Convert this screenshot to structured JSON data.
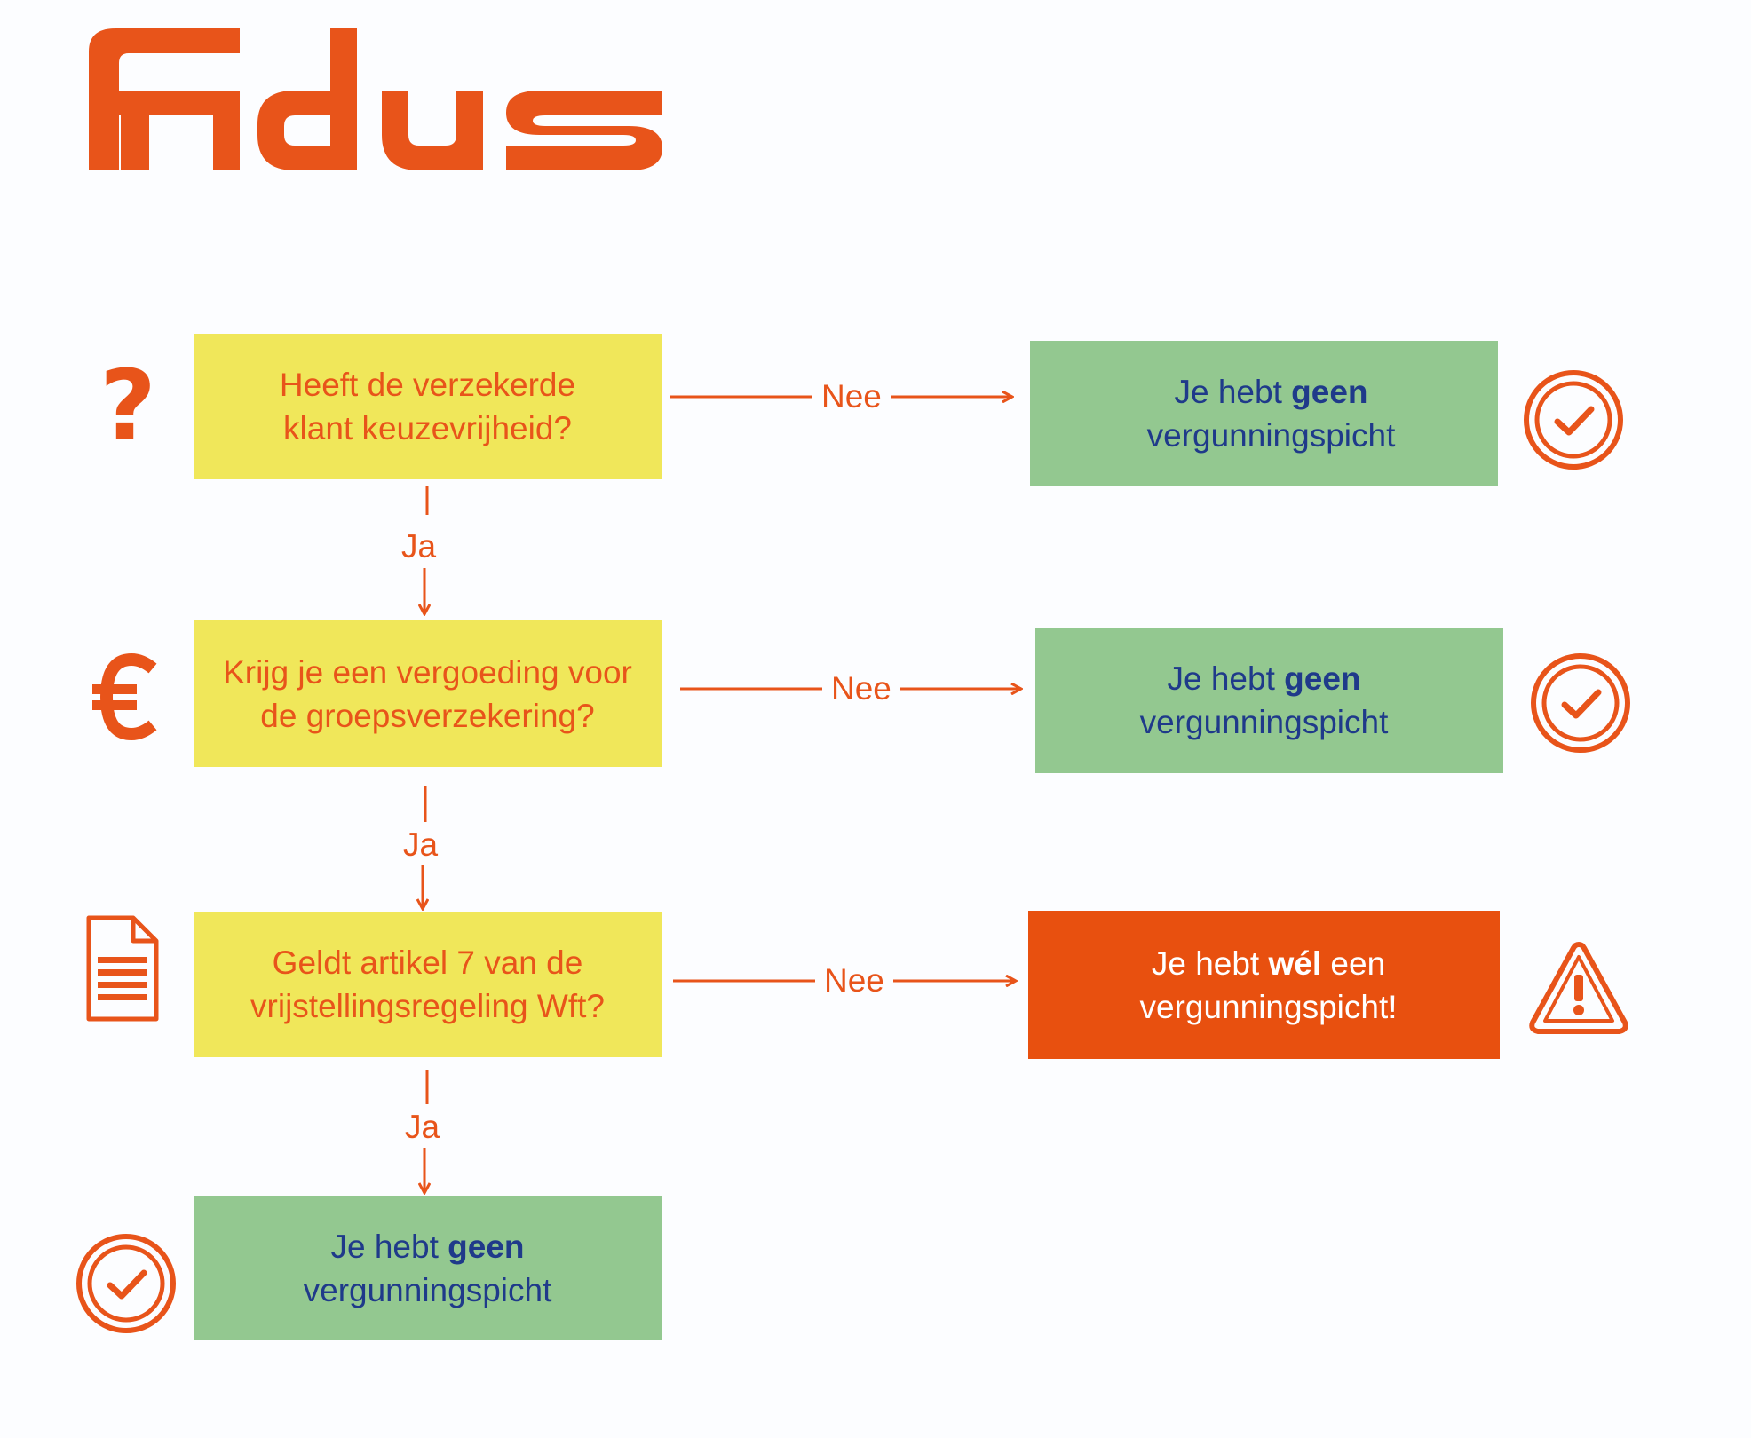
{
  "brand": {
    "logo_text": "fidus",
    "color": "#e8541a"
  },
  "colors": {
    "question": "#f0e75a",
    "ok": "#93c890",
    "warn": "#e8500f",
    "ok_text": "#1f3a8a",
    "accent": "#e8541a"
  },
  "questions": [
    {
      "text": "Heeft de verzekerde klant keuzevrijheid?",
      "icon": "question-mark-icon"
    },
    {
      "text": "Krijg je een vergoeding voor de groepsverzekering?",
      "icon": "euro-icon"
    },
    {
      "text": "Geldt artikel 7 van de vrijstellingsregeling Wft?",
      "icon": "document-icon"
    }
  ],
  "labels": {
    "yes": "Ja",
    "no": "Nee"
  },
  "outcomes": [
    {
      "pre": "Je hebt ",
      "strong": "geen",
      "post": " vergunningspicht",
      "icon": "check-circle-icon"
    },
    {
      "pre": "Je hebt ",
      "strong": "geen",
      "post": " vergunningspicht",
      "icon": "check-circle-icon"
    },
    {
      "pre": "Je hebt ",
      "strong": "wél",
      "post": " een vergunningspicht!",
      "icon": "warning-triangle-icon"
    },
    {
      "pre": "Je hebt ",
      "strong": "geen",
      "post": " vergunningspicht",
      "icon": "check-circle-icon"
    }
  ]
}
